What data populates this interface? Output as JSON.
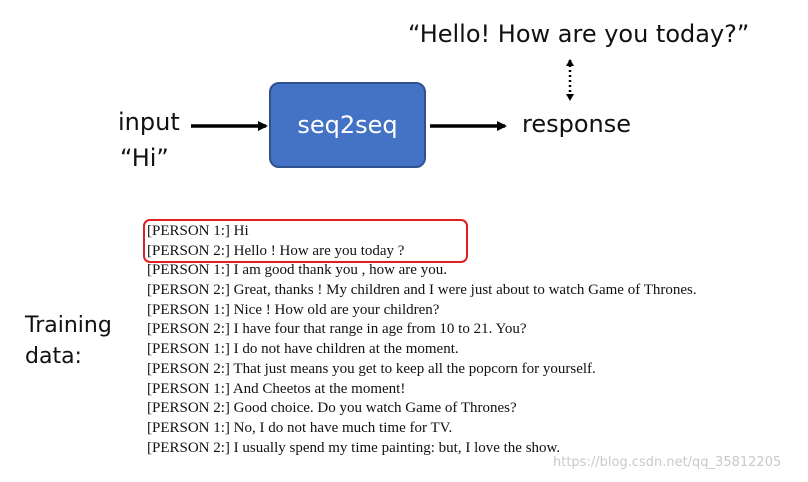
{
  "diagram": {
    "quote": "“Hello! How are you today?”",
    "input_label": "input",
    "input_value": "“Hi”",
    "model_label": "seq2seq",
    "response_label": "response",
    "accent_color": "#4472c4",
    "highlight_color": "#e02020"
  },
  "training": {
    "label_line1": "Training",
    "label_line2": "data:",
    "lines": [
      "[PERSON 1:] Hi",
      "[PERSON 2:] Hello ! How are you today ?",
      "[PERSON 1:] I am good thank you , how are you.",
      "[PERSON 2:] Great, thanks ! My children and I were just about to watch Game of Thrones.",
      "[PERSON 1:] Nice ! How old are your children?",
      "[PERSON 2:] I have four that range in age from 10 to 21. You?",
      "[PERSON 1:] I do not have children at the moment.",
      "[PERSON 2:] That just means you get to keep all the popcorn for yourself.",
      "[PERSON 1:] And Cheetos at the moment!",
      "[PERSON 2:] Good choice. Do you watch Game of Thrones?",
      "[PERSON 1:] No, I do not have much time for TV.",
      "[PERSON 2:] I usually spend my time painting: but, I love the show."
    ]
  },
  "watermark": "https://blog.csdn.net/qq_35812205"
}
